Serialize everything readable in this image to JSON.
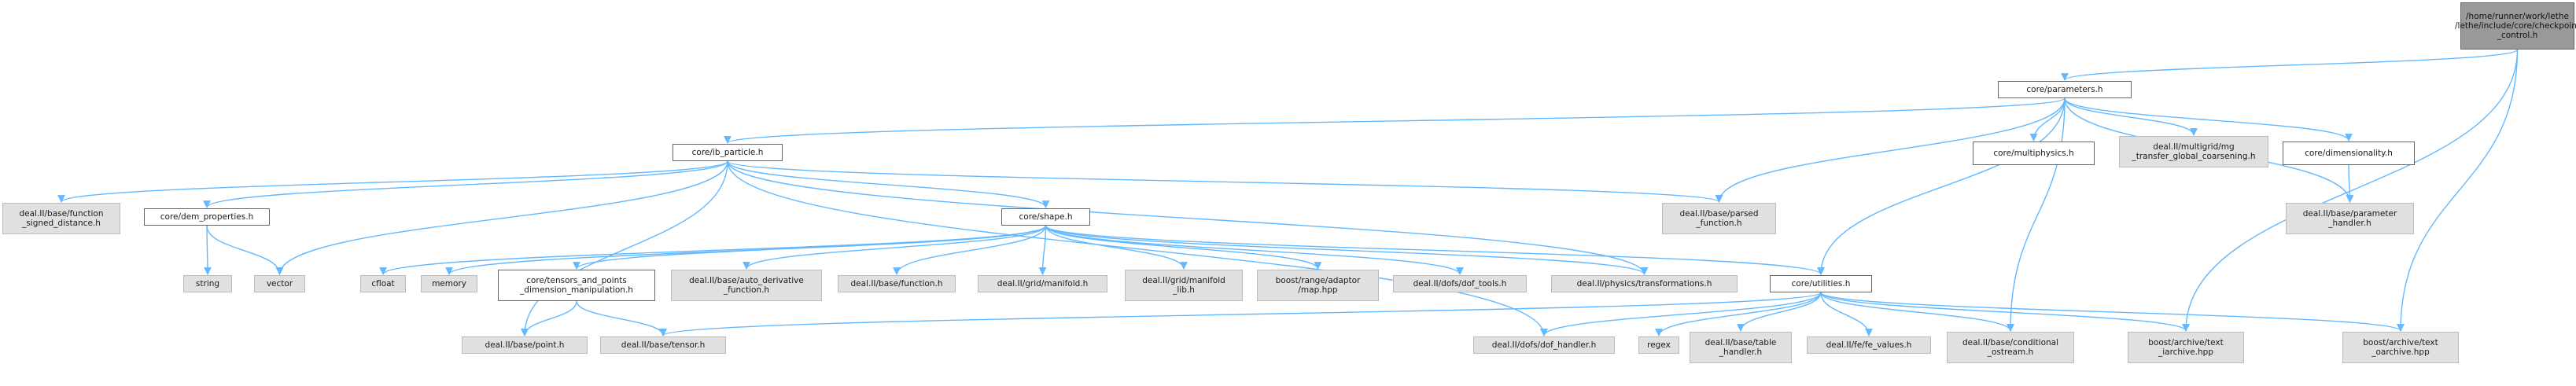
{
  "colors": {
    "edge": "#63b8ff",
    "root_fill": "#999999",
    "ext_fill": "#e0e0e0",
    "doc_fill": "#ffffff"
  },
  "nodes": {
    "checkpoint_control": "/home/runner/work/lethe\n/lethe/include/core/checkpoint\n_control.h",
    "parameters": "core/parameters.h",
    "ib_particle": "core/ib_particle.h",
    "multiphysics": "core/multiphysics.h",
    "mg_transfer": "deal.II/multigrid/mg\n_transfer_global_coarsening.h",
    "dimensionality": "core/dimensionality.h",
    "function_signed_distance": "deal.II/base/function\n_signed_distance.h",
    "dem_properties": "core/dem_properties.h",
    "shape": "core/shape.h",
    "parsed_function": "deal.II/base/parsed\n_function.h",
    "parameter_handler": "deal.II/base/parameter\n_handler.h",
    "string": "string",
    "vector": "vector",
    "cfloat": "cfloat",
    "memory": "memory",
    "tensors_points": "core/tensors_and_points\n_dimension_manipulation.h",
    "auto_derivative": "deal.II/base/auto_derivative\n_function.h",
    "base_function": "deal.II/base/function.h",
    "grid_manifold": "deal.II/grid/manifold.h",
    "manifold_lib": "deal.II/grid/manifold\n_lib.h",
    "range_adaptor": "boost/range/adaptor\n/map.hpp",
    "dof_tools": "deal.II/dofs/dof_tools.h",
    "transformations": "deal.II/physics/transformations.h",
    "utilities": "core/utilities.h",
    "point": "deal.II/base/point.h",
    "tensor": "deal.II/base/tensor.h",
    "dof_handler": "deal.II/dofs/dof_handler.h",
    "regex": "regex",
    "table_handler": "deal.II/base/table\n_handler.h",
    "fe_values": "deal.II/fe/fe_values.h",
    "conditional_ostream": "deal.II/base/conditional\n_ostream.h",
    "text_iarchive": "boost/archive/text\n_iarchive.hpp",
    "text_oarchive": "boost/archive/text\n_oarchive.hpp"
  }
}
